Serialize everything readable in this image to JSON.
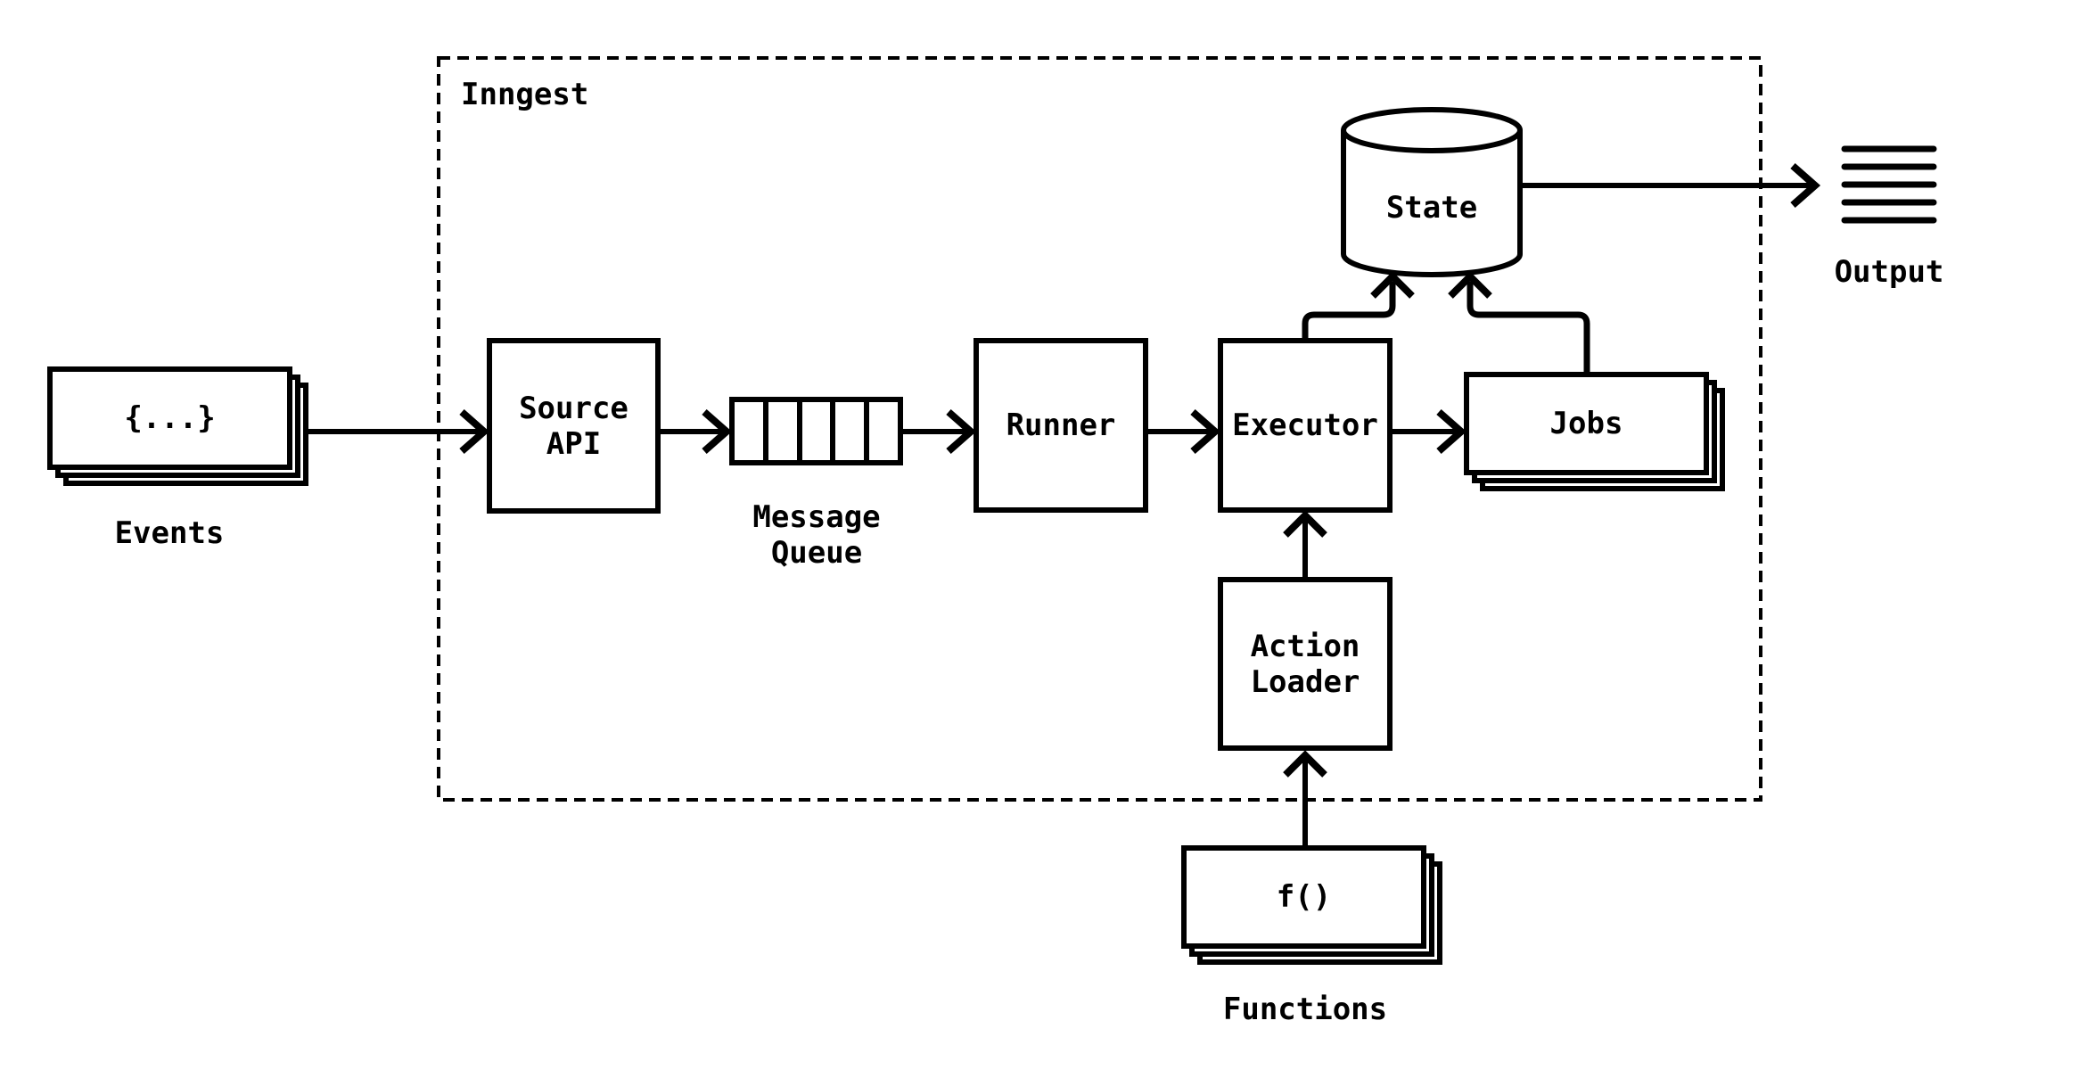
{
  "diagram": {
    "container_label": "Inngest",
    "events": {
      "card_text": "{...}",
      "label": "Events"
    },
    "source_api": {
      "label": "Source\nAPI"
    },
    "message_queue": {
      "label": "Message\nQueue",
      "cell_count": 5
    },
    "runner": {
      "label": "Runner"
    },
    "executor": {
      "label": "Executor"
    },
    "jobs": {
      "label": "Jobs"
    },
    "state": {
      "label": "State"
    },
    "action_loader": {
      "label": "Action\nLoader"
    },
    "functions": {
      "card_text": "f()",
      "label": "Functions"
    },
    "output": {
      "label": "Output"
    },
    "colors": {
      "ink": "#000000",
      "background": "#ffffff"
    }
  }
}
